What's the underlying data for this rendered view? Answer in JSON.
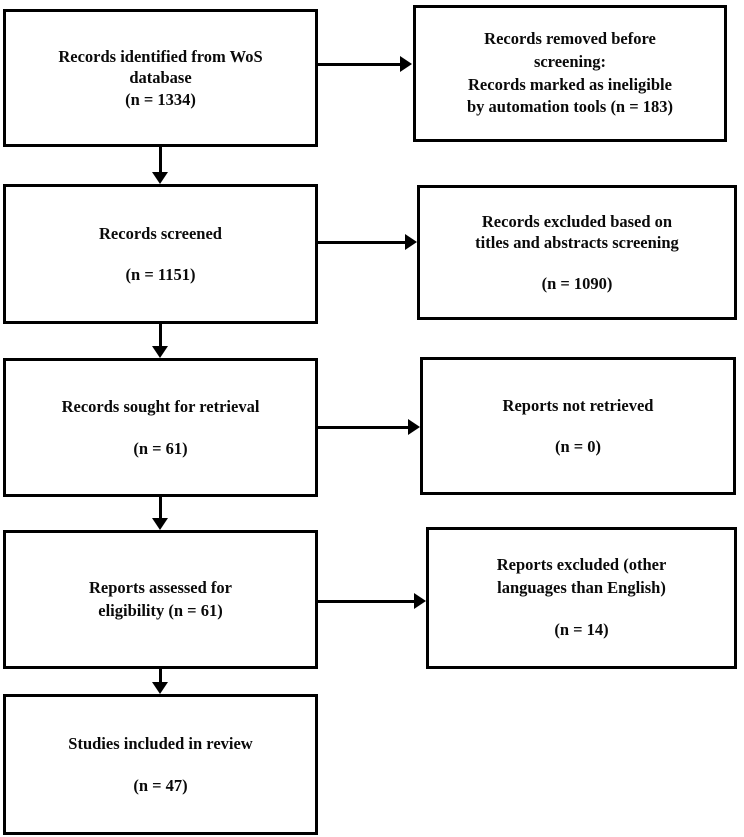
{
  "diagram": {
    "type": "prisma-flow-diagram",
    "orientation": "vertical-with-side-exclusions",
    "colors": {
      "box_border": "#000000",
      "box_fill": "#ffffff",
      "text": "#0a0a0a",
      "arrow": "#000000"
    },
    "identification": {
      "source_box": {
        "lines": [
          "Records identified from WoS",
          "database",
          "(n = 1334)"
        ],
        "count_label": "(n = 1334)",
        "count": 1334
      },
      "removed_box": {
        "lines": [
          "Records removed before",
          "screening:",
          "Records marked as ineligible",
          "by automation tools (n = 183)"
        ],
        "count_label": "(n = 183)",
        "count": 183
      }
    },
    "screening": {
      "screened_box": {
        "lines": [
          "Records screened",
          "(n = 1151)"
        ],
        "count_label": "(n = 1151)",
        "count": 1151
      },
      "excluded_box": {
        "lines": [
          "Records excluded based on",
          "titles and abstracts screening",
          "(n = 1090)"
        ],
        "count_label": "(n = 1090)",
        "count": 1090
      },
      "sought_box": {
        "lines": [
          "Records sought for retrieval",
          "(n = 61)"
        ],
        "count_label": "(n = 61)",
        "count": 61
      },
      "not_retrieved_box": {
        "lines": [
          "Reports not retrieved",
          "(n = 0)"
        ],
        "count_label": "(n = 0)",
        "count": 0
      },
      "assessed_box": {
        "lines": [
          "Reports assessed for",
          "eligibility (n = 61)"
        ],
        "count_label": "(n = 61)",
        "count": 61
      },
      "reports_excluded_box": {
        "lines": [
          "Reports excluded (other",
          "languages than English)",
          "(n = 14)"
        ],
        "count_label": "(n = 14)",
        "count": 14
      }
    },
    "included": {
      "included_box": {
        "lines": [
          "Studies included in review",
          "(n = 47)"
        ],
        "count_label": "(n = 47)",
        "count": 47
      }
    },
    "connectors": [
      {
        "name": "source-to-removed",
        "direction": "right"
      },
      {
        "name": "source-to-screened",
        "direction": "down"
      },
      {
        "name": "screened-to-excluded",
        "direction": "right"
      },
      {
        "name": "screened-to-sought",
        "direction": "down"
      },
      {
        "name": "sought-to-not-retrieved",
        "direction": "right"
      },
      {
        "name": "sought-to-assessed",
        "direction": "down"
      },
      {
        "name": "assessed-to-reports-excluded",
        "direction": "right"
      },
      {
        "name": "assessed-to-included",
        "direction": "down"
      }
    ]
  }
}
